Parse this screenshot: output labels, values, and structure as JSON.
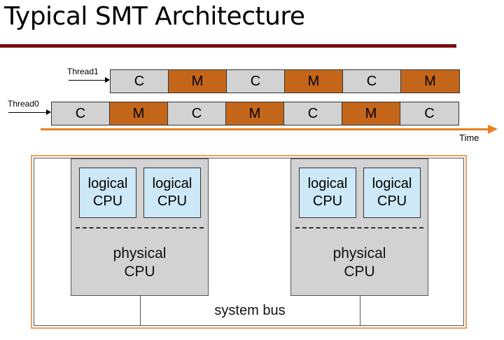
{
  "title": "Typical SMT Architecture",
  "timeline": {
    "thread1": {
      "label": "Thread1",
      "segments": [
        "C",
        "M",
        "C",
        "M",
        "C",
        "M"
      ]
    },
    "thread0": {
      "label": "Thread0",
      "segments": [
        "C",
        "M",
        "C",
        "M",
        "C",
        "M",
        "C"
      ]
    },
    "time_label": "Time"
  },
  "cpus": [
    {
      "logical": [
        {
          "line1": "logical",
          "line2": "CPU"
        },
        {
          "line1": "logical",
          "line2": "CPU"
        }
      ],
      "physical": {
        "line1": "physical",
        "line2": "CPU"
      }
    },
    {
      "logical": [
        {
          "line1": "logical",
          "line2": "CPU"
        },
        {
          "line1": "logical",
          "line2": "CPU"
        }
      ],
      "physical": {
        "line1": "physical",
        "line2": "CPU"
      }
    }
  ],
  "bus_label": "system bus",
  "colors": {
    "compute": "#d2d2d2",
    "memory": "#c4661a",
    "logical": "#cde8f6",
    "time_arrow": "#e8801e",
    "rule": "#7a0f12"
  }
}
